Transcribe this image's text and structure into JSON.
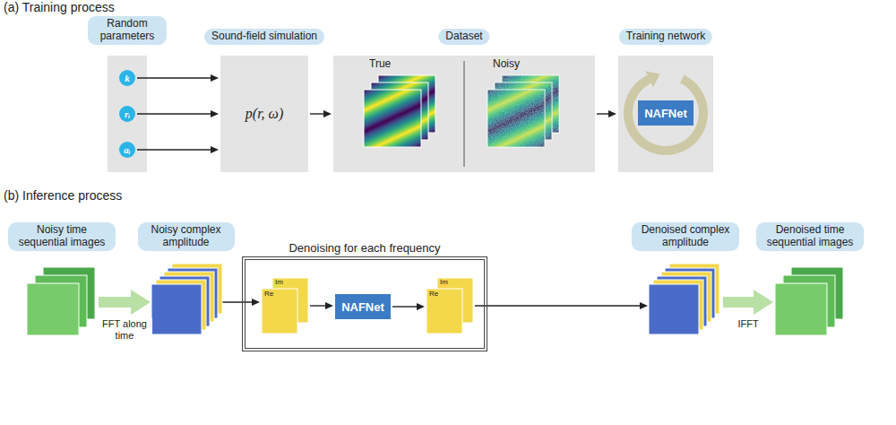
{
  "diagram": {
    "nodes": [
      {
        "text": [
          "Random parameters"
        ]
      },
      {
        "text": [
          "k"
        ],
        "in": 0
      },
      {
        "text": [
          "rᵢ"
        ],
        "in": 0
      },
      {
        "text": [
          "aᵢ"
        ],
        "in": 0
      },
      {
        "text": [
          "Sound-field simulation",
          "p(r, ω)"
        ]
      },
      {
        "text": [
          "Dataset",
          "True",
          "Noisy"
        ]
      },
      {
        "text": [
          "Training network"
        ]
      },
      {
        "text": [
          "NAFNet"
        ],
        "in": 6
      },
      {
        "text": [
          "Noisy time sequential images"
        ]
      },
      {
        "text": [
          "Noisy complex amplitude"
        ]
      },
      {
        "text": [
          "Denoising for each frequency"
        ]
      },
      {
        "text": [
          "Im",
          "Re"
        ],
        "in": 10
      },
      {
        "text": [
          "NAFNet"
        ],
        "in": 10
      },
      {
        "text": [
          "Im",
          "Re"
        ],
        "in": 10
      },
      {
        "text": [
          "Denoised complex amplitude"
        ]
      },
      {
        "text": [
          "Denoised time sequential images"
        ]
      }
    ],
    "edges": [
      {
        "from": 1,
        "to": 4,
        "arrow": "to"
      },
      {
        "from": 2,
        "to": 4,
        "arrow": "to"
      },
      {
        "from": 3,
        "to": 4,
        "arrow": "to"
      },
      {
        "from": 4,
        "to": 5,
        "arrow": "to"
      },
      {
        "from": 5,
        "to": 6,
        "arrow": "to"
      },
      {
        "from": 8,
        "to": 9,
        "label": "FFT along time",
        "arrow": "to"
      },
      {
        "from": 9,
        "to": 11,
        "arrow": "to"
      },
      {
        "from": 11,
        "to": 12,
        "arrow": "to"
      },
      {
        "from": 12,
        "to": 13,
        "arrow": "to"
      },
      {
        "from": 13,
        "to": 14,
        "arrow": "to"
      },
      {
        "from": 14,
        "to": 15,
        "label": "IFFT",
        "arrow": "to"
      }
    ],
    "labels": [
      "(a) Training process",
      "(b) Inference process"
    ]
  }
}
